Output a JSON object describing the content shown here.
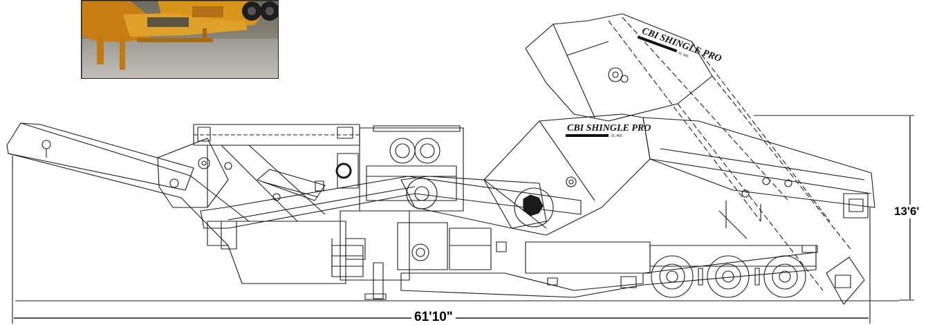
{
  "photo": {
    "alt": "Shingle grinder photo (orange machine on trailer)"
  },
  "dimensions": {
    "overall_length": "61'10\"",
    "overall_height": "13'6'"
  },
  "machine": {
    "brand_text": "CBI SHINGLE PRO",
    "model_text": "XL 465"
  },
  "colors": {
    "line": "#1a1a1a",
    "machine_orange": "#d9941a",
    "background": "#ffffff"
  }
}
